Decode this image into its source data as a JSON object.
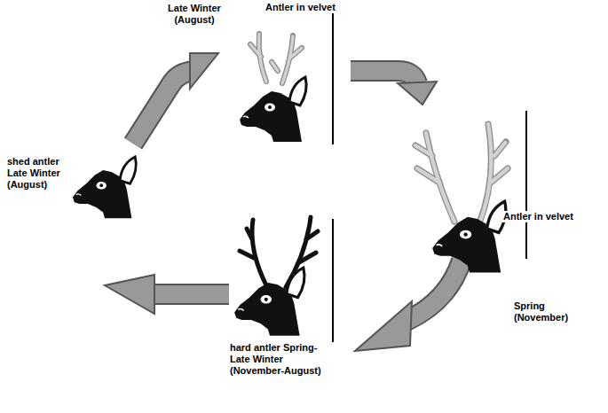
{
  "diagram": {
    "labels": [
      "Late Winter (August)",
      "Antler in velvet",
      "shed antler Late Winter (August)",
      "Antler in velvet",
      "Spring (November)",
      "hard antler Spring-Late Winter (November-August)"
    ]
  }
}
